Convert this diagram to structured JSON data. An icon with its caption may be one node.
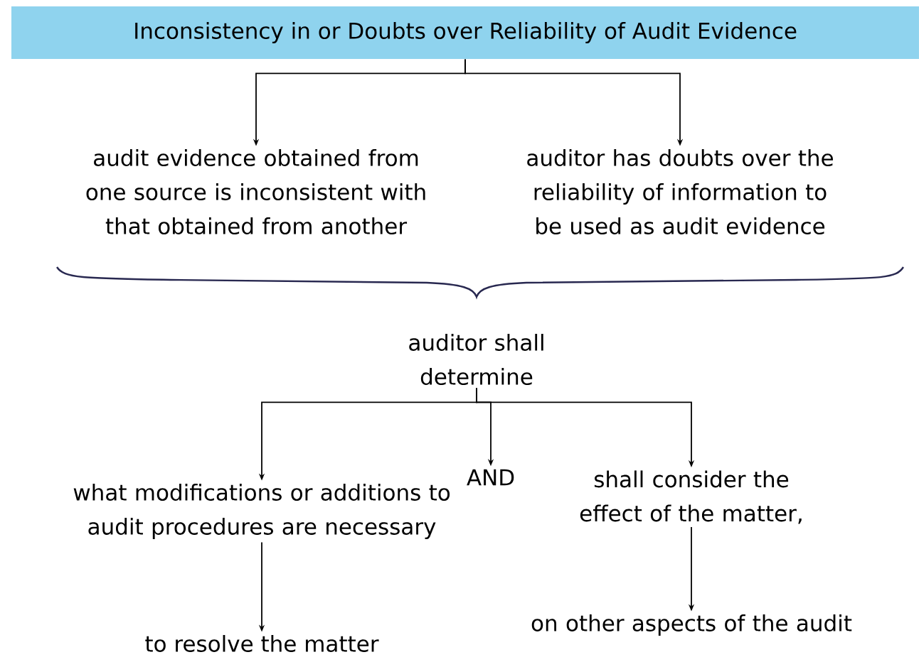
{
  "diagram": {
    "nodes": [
      {
        "text": [
          "Inconsistency in or Doubts over Reliability of Audit Evidence"
        ]
      },
      {
        "text": [
          "audit evidence obtained from one source is inconsistent with that obtained from another"
        ]
      },
      {
        "text": [
          "auditor has doubts over the reliability of information to be used as audit evidence"
        ]
      },
      {
        "text": [
          "auditor shall determine"
        ]
      },
      {
        "text": [
          "what modifications or additions to audit procedures are necessary"
        ]
      },
      {
        "text": [
          "AND"
        ]
      },
      {
        "text": [
          "shall consider the effect of the matter,"
        ]
      },
      {
        "text": [
          "to resolve the matter"
        ]
      },
      {
        "text": [
          "on other aspects of the audit"
        ]
      }
    ],
    "edges": [
      {
        "from": 0,
        "to": 1,
        "arrow": "to"
      },
      {
        "from": 0,
        "to": 2,
        "arrow": "to"
      },
      {
        "from": 3,
        "to": 4,
        "arrow": "to"
      },
      {
        "from": 3,
        "to": 5,
        "arrow": "to"
      },
      {
        "from": 3,
        "to": 6,
        "arrow": "to"
      },
      {
        "from": 4,
        "to": 7,
        "arrow": "to"
      },
      {
        "from": 6,
        "to": 8,
        "arrow": "to"
      }
    ]
  }
}
